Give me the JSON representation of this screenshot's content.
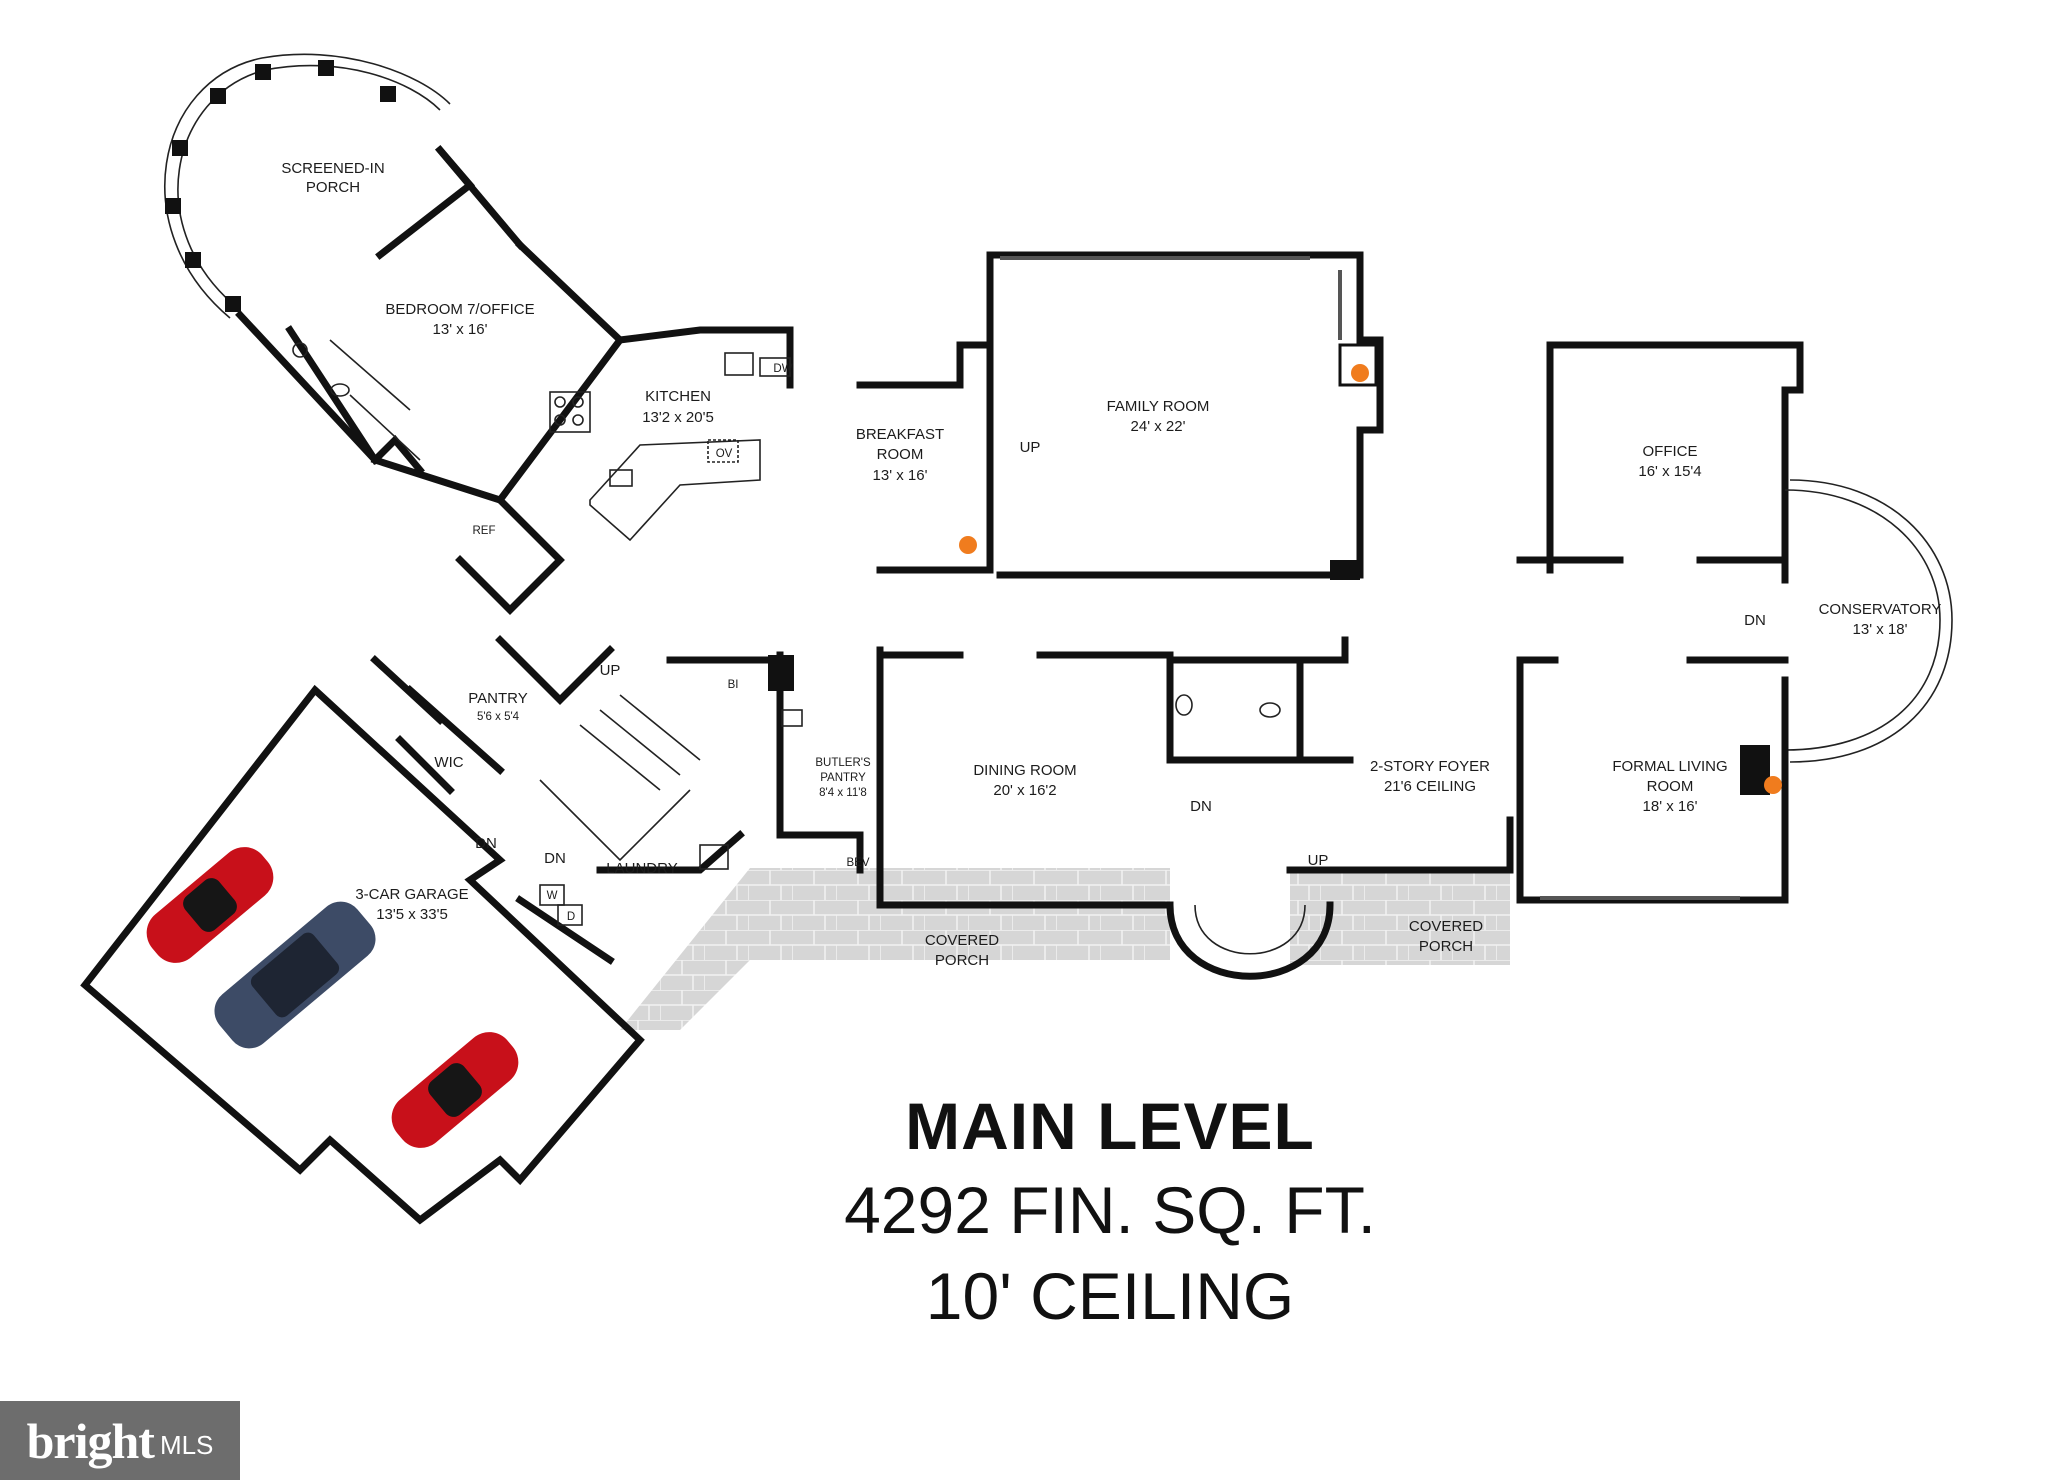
{
  "rooms": {
    "screened_porch": {
      "name_l1": "SCREENED-IN",
      "name_l2": "PORCH"
    },
    "bedroom7": {
      "name": "BEDROOM 7/OFFICE",
      "dims": "13' x 16'"
    },
    "kitchen": {
      "name": "KITCHEN",
      "dims": "13'2 x 20'5"
    },
    "breakfast": {
      "name_l1": "BREAKFAST",
      "name_l2": "ROOM",
      "dims": "13' x 16'"
    },
    "family": {
      "name": "FAMILY ROOM",
      "dims": "24' x 22'"
    },
    "office": {
      "name": "OFFICE",
      "dims": "16' x 15'4"
    },
    "conservatory": {
      "name": "CONSERVATORY",
      "dims": "13' x 18'"
    },
    "pantry": {
      "name": "PANTRY",
      "dims": "5'6 x 5'4"
    },
    "wic": {
      "name": "WIC"
    },
    "garage": {
      "name": "3-CAR GARAGE",
      "dims": "13'5 x 33'5"
    },
    "laundry": {
      "name": "LAUNDRY"
    },
    "butlers_pantry": {
      "name_l1": "BUTLER'S",
      "name_l2": "PANTRY",
      "dims": "8'4 x 11'8"
    },
    "dining": {
      "name": "DINING ROOM",
      "dims": "20' x 16'2"
    },
    "foyer": {
      "name": "2-STORY FOYER",
      "dims": "21'6 CEILING"
    },
    "formal_living": {
      "name_l1": "FORMAL LIVING",
      "name_l2": "ROOM",
      "dims": "18' x 16'"
    },
    "covered_porch_left": {
      "name_l1": "COVERED",
      "name_l2": "PORCH"
    },
    "covered_porch_right": {
      "name_l1": "COVERED",
      "name_l2": "PORCH"
    }
  },
  "fixtures": {
    "dw": "DW",
    "ov": "OV",
    "ref": "REF",
    "bi": "BI",
    "bev": "BEV",
    "w": "W",
    "d": "D"
  },
  "stairs": {
    "up_breakfast": "UP",
    "up_back": "UP",
    "dn_back": "DN",
    "dn_garage": "DN",
    "dn_foyer": "DN",
    "up_foyer": "UP",
    "dn_conservatory": "DN"
  },
  "title": {
    "main": "MAIN LEVEL",
    "area": "4292 FIN. SQ. FT.",
    "ceiling": "10' CEILING"
  },
  "brand": {
    "name": "bright",
    "suffix": "MLS"
  },
  "colors": {
    "wall": "#111111",
    "car_red": "#c8101a",
    "car_blue": "#3d4b66",
    "porch_tile": "#d9d9d9",
    "fire": "#f07c1e",
    "brand_bg": "#6d6d6d"
  }
}
